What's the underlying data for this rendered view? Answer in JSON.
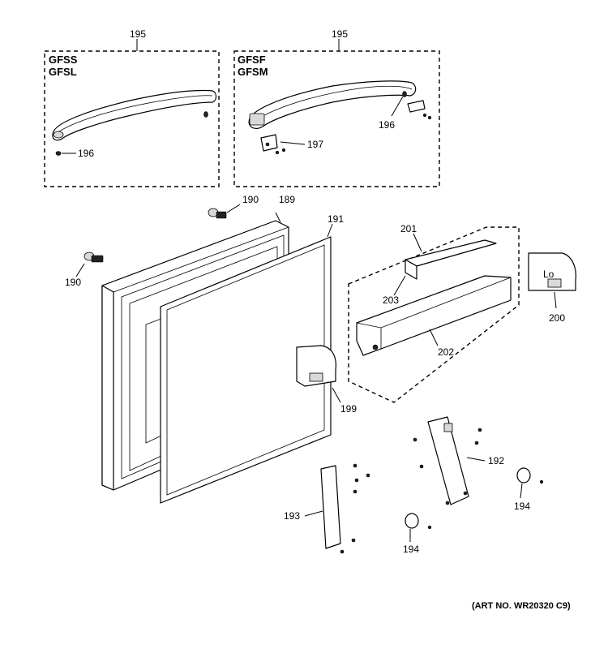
{
  "callouts": {
    "c195a": "195",
    "c195b": "195",
    "c196a": "196",
    "c196b": "196",
    "c197": "197",
    "c190a": "190",
    "c190b": "190",
    "c189": "189",
    "c191": "191",
    "c201": "201",
    "c203": "203",
    "c202": "202",
    "c200": "200",
    "c199": "199",
    "c192": "192",
    "c193": "193",
    "c194a": "194",
    "c194b": "194"
  },
  "models": {
    "left_line1": "GFSS",
    "left_line2": "GFSL",
    "right_line1": "GFSF",
    "right_line2": "GFSM"
  },
  "cover_text": "Lo",
  "art_number": "(ART NO. WR20320 C9)"
}
